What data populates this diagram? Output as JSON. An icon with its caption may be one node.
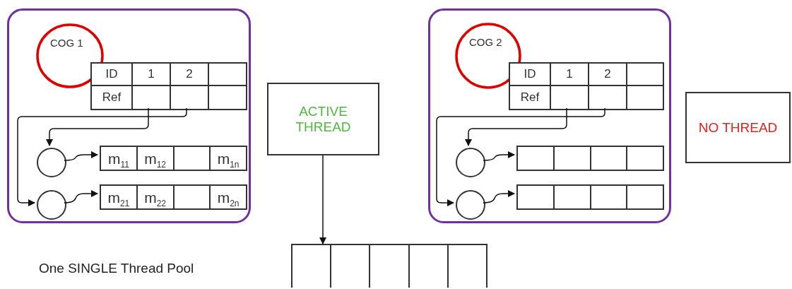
{
  "diagram": {
    "nodes": [
      {
        "text": [],
        "shape": "box"
      },
      {
        "text": [
          "COG 1"
        ],
        "in": 0
      },
      {
        "text": [
          "ID",
          "1",
          "2",
          "Ref"
        ],
        "in": 0
      },
      {
        "text": [],
        "shape": "circle",
        "in": 0
      },
      {
        "text": [],
        "shape": "circle",
        "in": 0
      },
      {
        "text": [
          "m$_{11}$",
          "m$_{12}$",
          "m$_{1n}$"
        ],
        "in": 0
      },
      {
        "text": [
          "m$_{21}$",
          "m$_{22}$",
          "m$_{2n}$"
        ],
        "in": 0
      },
      {
        "text": [],
        "shape": "box"
      },
      {
        "text": [
          "COG 2"
        ],
        "in": 7
      },
      {
        "text": [
          "ID",
          "1",
          "2",
          "Ref"
        ],
        "in": 7
      },
      {
        "text": [],
        "shape": "circle",
        "in": 7
      },
      {
        "text": [],
        "shape": "circle",
        "in": 7
      },
      {
        "text": [],
        "shape": "box",
        "in": 7
      },
      {
        "text": [],
        "shape": "box",
        "in": 7
      },
      {
        "text": [
          "ACTIVE THREAD"
        ]
      },
      {
        "text": [
          "NO THREAD"
        ]
      },
      {
        "text": [],
        "shape": "box"
      }
    ],
    "edges": [
      {
        "from": 2,
        "to": 3,
        "arrow": "to"
      },
      {
        "from": 2,
        "to": 4,
        "arrow": "to"
      },
      {
        "from": 3,
        "to": 5,
        "arrow": "to"
      },
      {
        "from": 4,
        "to": 6,
        "arrow": "to"
      },
      {
        "from": 9,
        "to": 10,
        "arrow": "to"
      },
      {
        "from": 9,
        "to": 11,
        "arrow": "to"
      },
      {
        "from": 10,
        "to": 12,
        "arrow": "to"
      },
      {
        "from": 11,
        "to": 13,
        "arrow": "to"
      },
      {
        "from": 14,
        "to": 16,
        "arrow": "to"
      }
    ],
    "labels": [
      "One SINGLE Thread Pool"
    ]
  }
}
